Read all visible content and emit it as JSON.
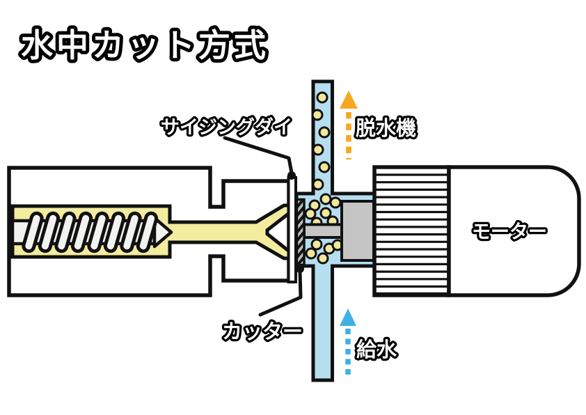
{
  "diagram": {
    "title": "水中カット方式",
    "labels": {
      "sizing_die": "サイジングダイ",
      "dewatering_machine": "脱水機",
      "motor": "モーター",
      "cutter": "カッター",
      "water_supply": "給水"
    },
    "colors": {
      "melt": "#F2EC9F",
      "pellet": "#F2E89C",
      "water": "#B6DEF1",
      "metal": "#C5C5C5",
      "cutter_face": "#BDBDBD",
      "outline": "#111111",
      "dewater_arrow": "#F7A71F",
      "water_arrow": "#3FB0E5",
      "label_fill": "#FFFFFF",
      "label_stroke": "#000000"
    }
  }
}
